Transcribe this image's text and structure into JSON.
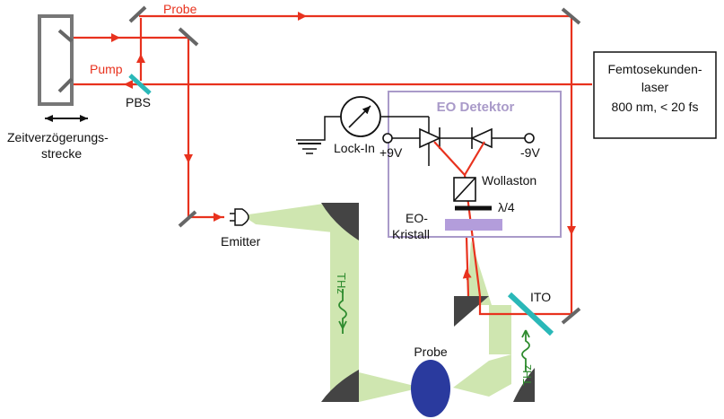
{
  "labels": {
    "probe_beam": "Probe",
    "pump_beam": "Pump",
    "pbs": "PBS",
    "delay_line": [
      "Zeitverzögerungs-",
      "strecke"
    ],
    "laser": [
      "Femtosekunden-",
      "laser",
      "800 nm, < 20 fs"
    ],
    "detector_title": "EO Detektor",
    "lockin": "Lock-In",
    "plus_voltage": "+9V",
    "minus_voltage": "-9V",
    "wollaston": "Wollaston",
    "quarter_wave": "λ/4",
    "eo_crystal": [
      "EO-",
      "Kristall"
    ],
    "emitter": "Emitter",
    "ito": "ITO",
    "sample": "Probe",
    "thz_left": "THz",
    "thz_right": "THz"
  },
  "colors": {
    "laser_beam": "#e8321e",
    "thz_beam": "#cfe6b0",
    "thz_pulse": "#2e8b2e",
    "mirror": "#555555",
    "beamsplitter": "#2ab8b8",
    "detector_frame": "#a99ac9",
    "detector_title": "#a99ac9",
    "eo_crystal": "#b39ddb",
    "sample": "#2a3a9e"
  },
  "icons": [
    "lock-in-meter-icon",
    "ground-icon",
    "photodiode-icon",
    "emitter-antenna-icon",
    "pulse-icon"
  ]
}
